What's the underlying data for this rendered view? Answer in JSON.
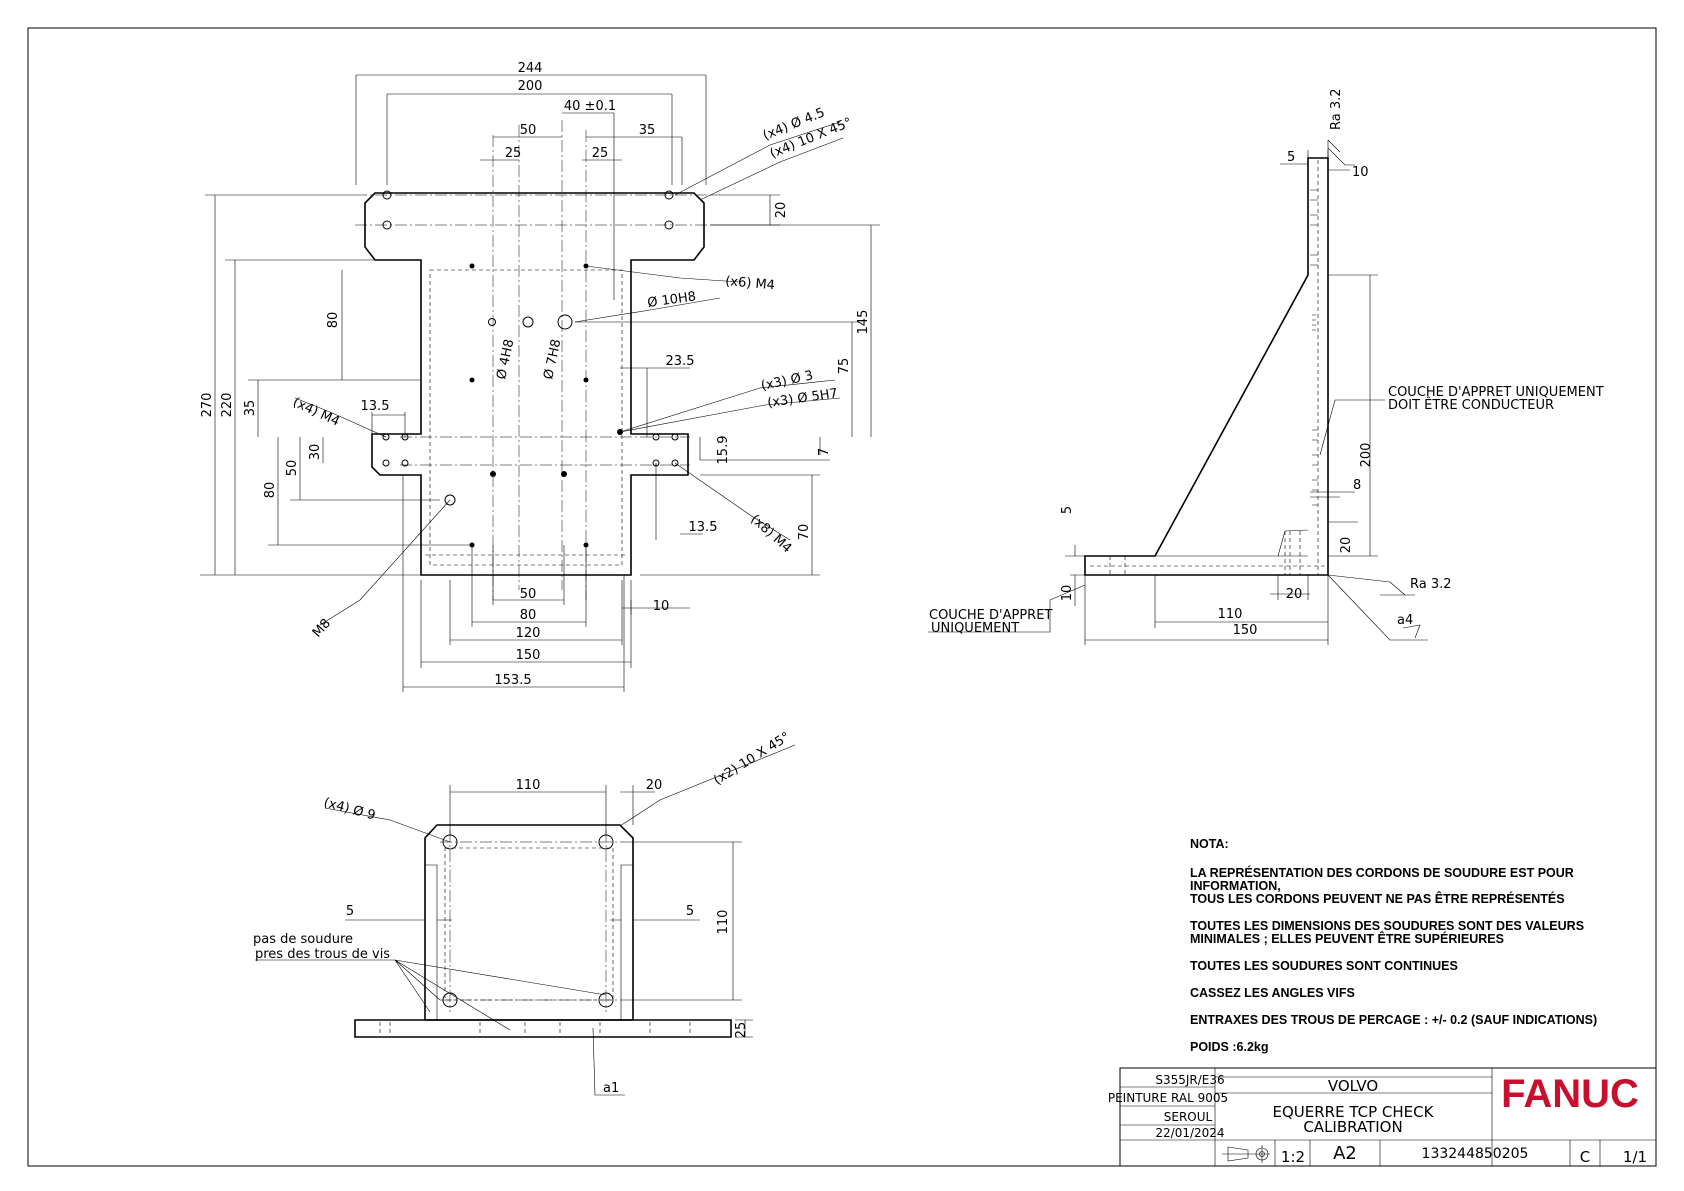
{
  "drawing": {
    "front_view": {
      "dims": [
        "244",
        "200",
        "40 ±0.1",
        "50",
        "35",
        "25",
        "25",
        "20",
        "145",
        "80",
        "75",
        "270",
        "220",
        "35",
        "13.5",
        "30",
        "50",
        "80",
        "23.5",
        "15.9",
        "7",
        "13.5",
        "70",
        "50",
        "80",
        "120",
        "150",
        "153.5",
        "10"
      ],
      "callouts": [
        "(x4) Ø 4.5",
        "(x4) 10 X 45°",
        "(x6) M4",
        "Ø 10H8",
        "Ø 4H8",
        "Ø 7H8",
        "(x3) Ø 3",
        "(x3) Ø 5H7",
        "(x4) M4",
        "(x8) M4",
        "M8"
      ]
    },
    "side_view": {
      "dims": [
        "5",
        "10",
        "200",
        "8",
        "20",
        "5",
        "10",
        "20",
        "110",
        "150"
      ],
      "roughness": [
        "Ra 3.2",
        "Ra 3.2"
      ],
      "weld": "a4",
      "notes": [
        "COUCHE D'APPRET UNIQUEMENT",
        "DOIT ÊTRE CONDUCTEUR",
        "COUCHE D'APPRET",
        "UNIQUEMENT"
      ]
    },
    "bottom_view": {
      "dims": [
        "110",
        "20",
        "5",
        "5",
        "110",
        "25"
      ],
      "callouts": [
        "(x4) Ø 9",
        "(x2) 10 X 45°"
      ],
      "weld": "a1",
      "notes": [
        "pas de soudure",
        "pres des trous de vis"
      ]
    }
  },
  "notes": {
    "heading": "NOTA:",
    "items": [
      "LA REPRÉSENTATION DES CORDONS DE SOUDURE EST POUR INFORMATION,\nTOUS LES CORDONS PEUVENT NE PAS ÊTRE REPRÉSENTÉS",
      "TOUTES LES DIMENSIONS DES SOUDURES SONT DES VALEURS MINIMALES ; ELLES PEUVENT ÊTRE SUPÉRIEURES",
      "TOUTES LES SOUDURES SONT CONTINUES",
      "CASSEZ LES ANGLES VIFS",
      "ENTRAXES DES TROUS DE PERCAGE : +/- 0.2 (SAUF INDICATIONS)",
      "POIDS :6.2kg"
    ]
  },
  "title_block": {
    "material": "S355JR/E36",
    "treatment": "PEINTURE RAL 9005",
    "designer": "SEROUL",
    "date": "22/01/2024",
    "client": "VOLVO",
    "title_line1": "EQUERRE TCP CHECK",
    "title_line2": "CALIBRATION",
    "scale": "1:2",
    "format": "A2",
    "number": "133244850205",
    "revision": "C",
    "sheet": "1/1",
    "brand": "FANUC",
    "brand_color": "#c8102e"
  }
}
